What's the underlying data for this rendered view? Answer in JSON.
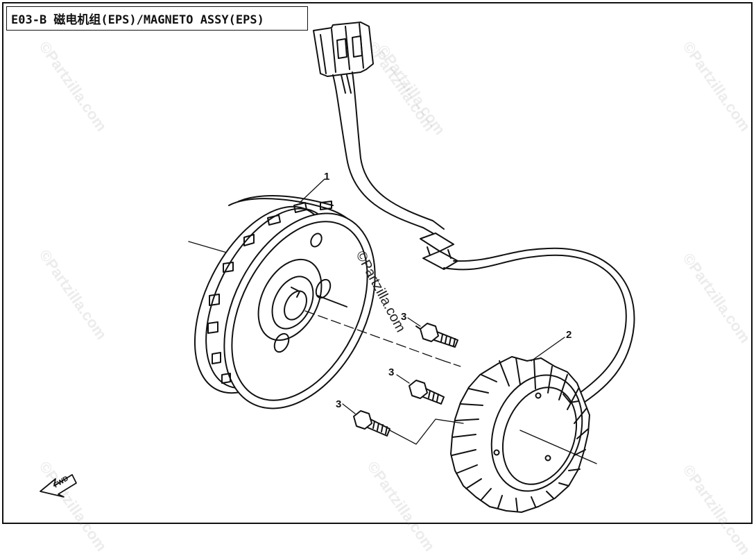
{
  "title": "E03-B 磁电机组(EPS)/MAGNETO ASSY(EPS)",
  "callouts": {
    "flywheel": "1",
    "stator": "2",
    "bolt_a": "3",
    "bolt_b": "3",
    "bolt_c": "3"
  },
  "fwd_label": "FWD",
  "watermark": "©Partzilla.com",
  "watermark_tiles": [
    "©Partzilla.com",
    "©Partzilla.com",
    "©Partzilla.com",
    "©Partzilla.com",
    "©Partzilla.com",
    "©Partzilla.com",
    "©Partzilla.com",
    "©Partzilla.com",
    "©Partzilla.com"
  ]
}
